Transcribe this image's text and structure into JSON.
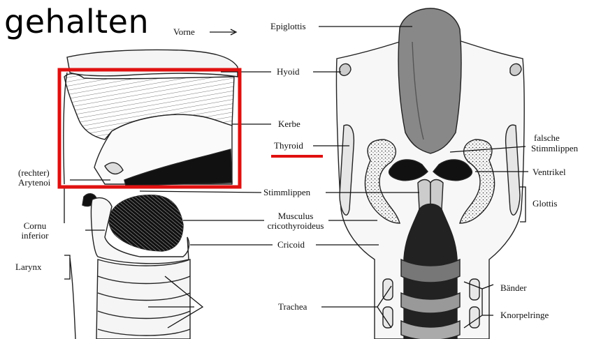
{
  "slide": {
    "title": "gehalten"
  },
  "diagram": {
    "lateral_view": {
      "labels": {
        "vorne": "Vorne",
        "rechter": "(rechter)",
        "arytenoid": "Arytenoi",
        "cornu": "Cornu",
        "inferior": "inferior",
        "larynx": "Larynx"
      }
    },
    "center_labels": {
      "epiglottis": "Epiglottis",
      "hyoid": "Hyoid",
      "kerbe": "Kerbe",
      "thyroid": "Thyroid",
      "stimmlippen": "Stimmlippen",
      "musculus": "Musculus",
      "cricothyroideus": "cricothyroideus",
      "cricoid": "Cricoid",
      "trachea": "Trachea"
    },
    "coronal_view": {
      "labels": {
        "falsche": "falsche",
        "stimmlippen2": "Stimmlippen",
        "ventrikel": "Ventrikel",
        "glottis": "Glottis",
        "baender": "Bänder",
        "knorpelringe": "Knorpelringe"
      }
    },
    "highlight_color": "#e01010"
  }
}
